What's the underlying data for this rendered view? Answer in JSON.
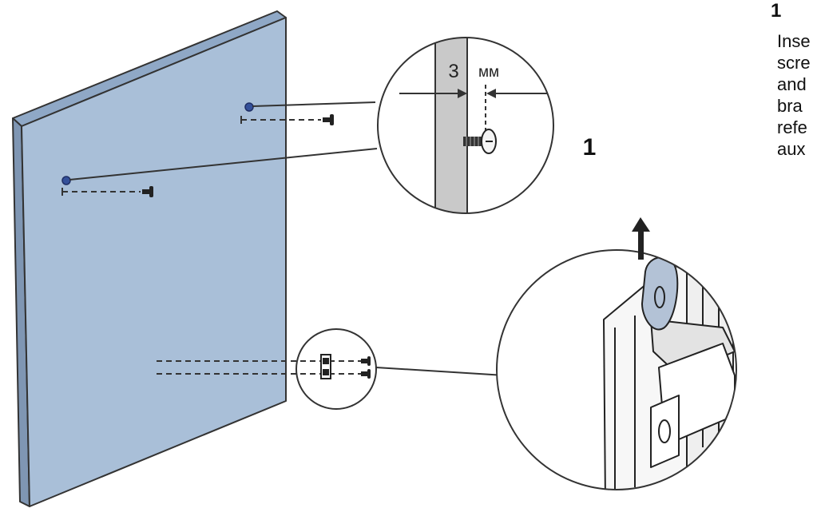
{
  "step_top": "1",
  "callout_label": "1",
  "gap_value": "3",
  "gap_unit": "мм",
  "instruction_lines": [
    "Inse",
    "scre",
    "and",
    "bra",
    "refe",
    "aux"
  ],
  "colors": {
    "panel_face": "#a9bfd8",
    "panel_side": "#7f96b3",
    "outline": "#333333",
    "wall_strip": "#c9c9c9",
    "screw_dot": "#34509a"
  }
}
